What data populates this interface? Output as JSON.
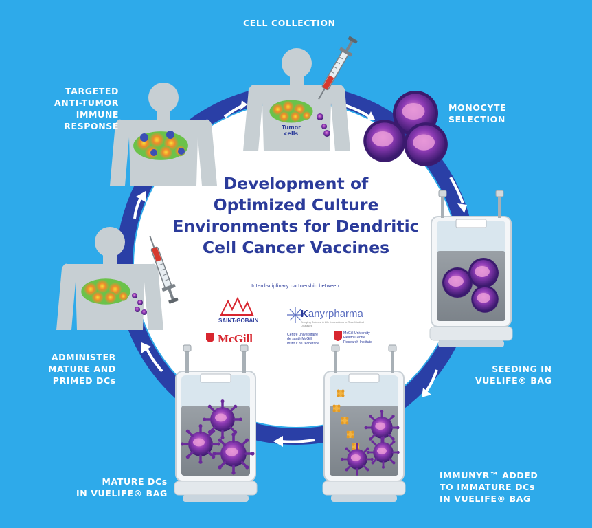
{
  "title": "Development of\nOptimized Culture\nEnvironments for Dendritic\nCell Cancer Vaccines",
  "partnership_caption": "Interdisciplinary partnership between:",
  "steps": {
    "cell_collection": "CELL COLLECTION",
    "monocyte_selection": "MONOCYTE\nSELECTION",
    "seeding": "SEEDING IN\nVUELIFE® BAG",
    "immunyr_added": "IMMUNYR™ ADDED\nTO IMMATURE DCs\nIN VUELIFE® BAG",
    "mature_dcs": "MATURE DCs\nIN VUELIFE® BAG",
    "administer": "ADMINISTER\nMATURE AND\nPRIMED DCs",
    "targeted_response": "TARGETED\nANTI-TUMOR\nIMMUNE\nRESPONSE"
  },
  "tumor_label": "Tumor\ncells",
  "logos": {
    "saint_gobain": "SAINT-GOBAIN",
    "kanyr_prefix": "K",
    "kanyr_rest": "anyrpharma",
    "kanyr_tagline": "Bringing Science & Life Innovations to Rare Medical Diseases",
    "mcgill": "McGill",
    "chum": "Centre universitaire\nde santé McGill\nInstitut de recherche",
    "muhc": "McGill University\nHealth Centre\nResearch Institute"
  },
  "colors": {
    "background": "#2eaaea",
    "ring": "#2a3fa6",
    "title": "#2b3b9a",
    "body": "#c7cfd3",
    "cell": "#6a2a9a"
  }
}
